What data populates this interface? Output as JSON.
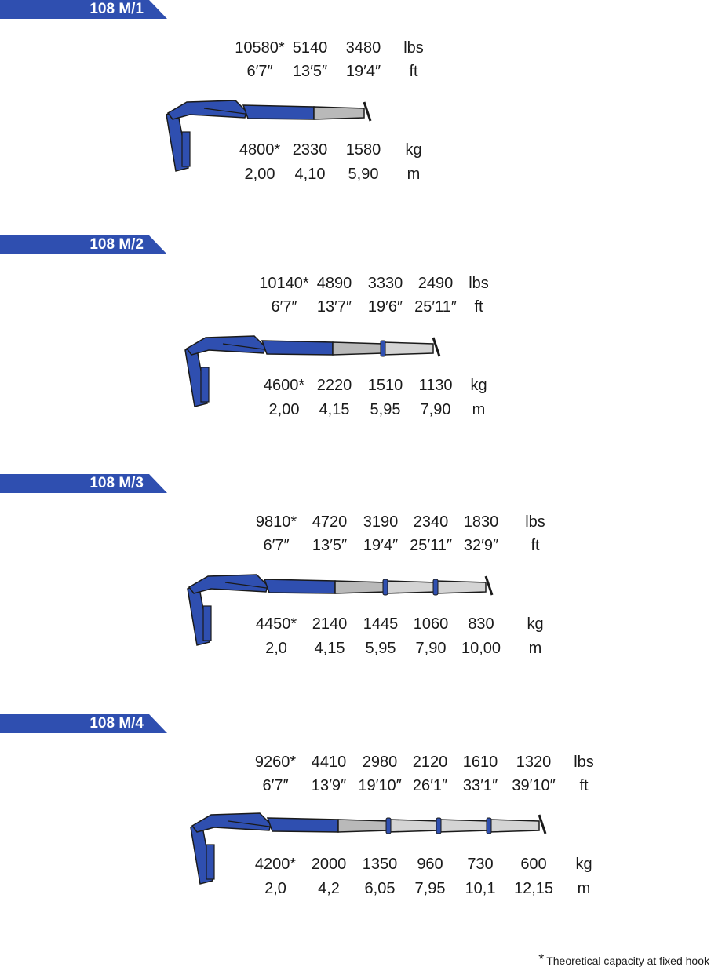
{
  "colors": {
    "brand": "#2f4fb0",
    "boom_blue": "#2f4fb0",
    "boom_grey": "#b9b9b9",
    "outline": "#1a1a1a"
  },
  "models": [
    {
      "name": "108 M/1",
      "lbs": [
        "10580*",
        "5140",
        "3480"
      ],
      "ft": [
        "6′7″",
        "13′5″",
        "19′4″"
      ],
      "kg": [
        "4800*",
        "2330",
        "1580"
      ],
      "m": [
        "2,00",
        "4,10",
        "5,90"
      ],
      "extensions": 1
    },
    {
      "name": "108 M/2",
      "lbs": [
        "10140*",
        "4890",
        "3330",
        "2490"
      ],
      "ft": [
        "6′7″",
        "13′7″",
        "19′6″",
        "25′11″"
      ],
      "kg": [
        "4600*",
        "2220",
        "1510",
        "1130"
      ],
      "m": [
        "2,00",
        "4,15",
        "5,95",
        "7,90"
      ],
      "extensions": 2
    },
    {
      "name": "108 M/3",
      "lbs": [
        "9810*",
        "4720",
        "3190",
        "2340",
        "1830"
      ],
      "ft": [
        "6′7″",
        "13′5″",
        "19′4″",
        "25′11″",
        "32′9″"
      ],
      "kg": [
        "4450*",
        "2140",
        "1445",
        "1060",
        "830"
      ],
      "m": [
        "2,0",
        "4,15",
        "5,95",
        "7,90",
        "10,00"
      ],
      "extensions": 3
    },
    {
      "name": "108 M/4",
      "lbs": [
        "9260*",
        "4410",
        "2980",
        "2120",
        "1610",
        "1320"
      ],
      "ft": [
        "6′7″",
        "13′9″",
        "19′10″",
        "26′1″",
        "33′1″",
        "39′10″"
      ],
      "kg": [
        "4200*",
        "2000",
        "1350",
        "960",
        "730",
        "600"
      ],
      "m": [
        "2,0",
        "4,2",
        "6,05",
        "7,95",
        "10,1",
        "12,15"
      ],
      "extensions": 4
    }
  ],
  "units": {
    "lbs": "lbs",
    "ft": "ft",
    "kg": "kg",
    "m": "m"
  },
  "footnote": {
    "marker": "*",
    "text": "Theoretical capacity at fixed hook"
  }
}
